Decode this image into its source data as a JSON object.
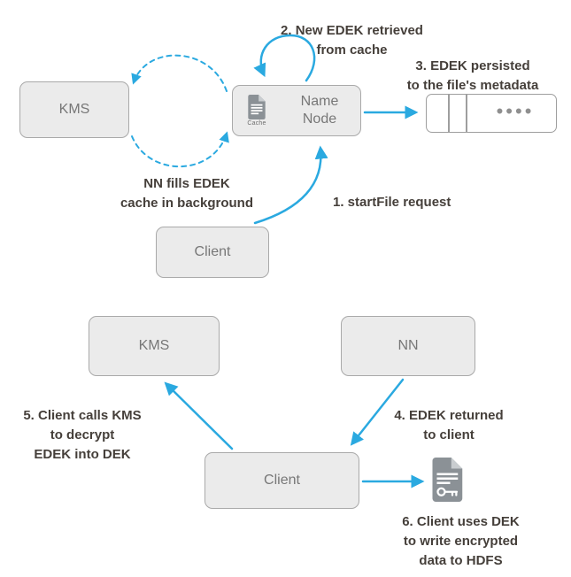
{
  "colors": {
    "arrow_blue": "#2aa9e0",
    "box_fill": "#ebebeb",
    "box_border": "#a9a9a9",
    "box_text": "#777777",
    "label_text": "#453f3a",
    "icon_gray": "#8b9196",
    "dots_gray": "#8f8f8f"
  },
  "icons": {
    "cache_document": "document-with-cache",
    "key_document": "document-with-key"
  },
  "top_diagram": {
    "kms_box": {
      "label": "KMS"
    },
    "namenode_box": {
      "label": "Name\nNode",
      "cache_label": "Cache"
    },
    "client_box": {
      "label": "Client"
    },
    "metadata_box": {
      "dots": "••••"
    },
    "labels": {
      "step1": "1. startFile request",
      "step2": "2. New EDEK retrieved\nfrom cache",
      "step3": "3. EDEK persisted\nto the file's metadata",
      "nn_fills_cache": "NN fills EDEK\ncache in background"
    }
  },
  "bottom_diagram": {
    "kms_box": {
      "label": "KMS"
    },
    "nn_box": {
      "label": "NN"
    },
    "client_box": {
      "label": "Client"
    },
    "labels": {
      "step4": "4. EDEK returned\nto client",
      "step5": "5. Client calls KMS\nto decrypt\nEDEK into DEK",
      "step6": "6. Client uses DEK\nto write encrypted\ndata to HDFS"
    }
  }
}
